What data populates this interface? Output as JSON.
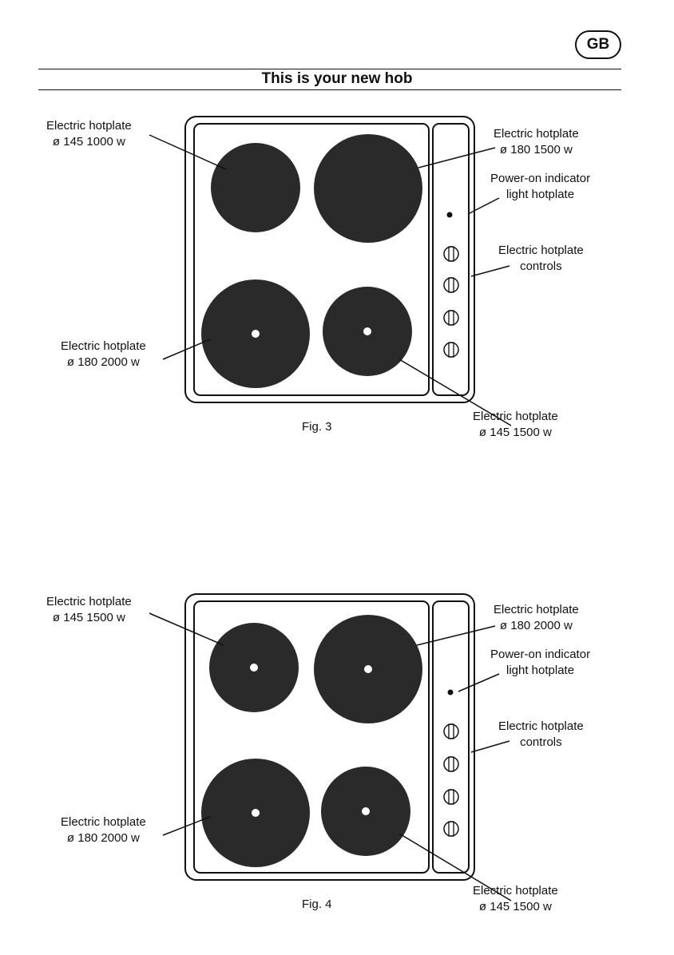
{
  "header": {
    "badge": "GB",
    "title": "This is your new hob"
  },
  "figures": [
    {
      "caption": "Fig. 3",
      "labels": {
        "top_left": [
          "Electric hotplate",
          "ø 145 1000 w"
        ],
        "bottom_left": [
          "Electric hotplate",
          "ø 180 2000 w"
        ],
        "top_right": [
          "Electric hotplate",
          "ø 180 1500 w"
        ],
        "indicator": [
          "Power-on indicator",
          "light hotplate"
        ],
        "controls": [
          "Electric hotplate",
          "controls"
        ],
        "bottom_right": [
          "Electric hotplate",
          "ø 145 1500 w"
        ]
      }
    },
    {
      "caption": "Fig. 4",
      "labels": {
        "top_left": [
          "Electric hotplate",
          "ø 145 1500 w"
        ],
        "bottom_left": [
          "Electric hotplate",
          "ø 180 2000 w"
        ],
        "top_right": [
          "Electric hotplate",
          "ø 180 2000 w"
        ],
        "indicator": [
          "Power-on indicator",
          "light hotplate"
        ],
        "controls": [
          "Electric hotplate",
          "controls"
        ],
        "bottom_right": [
          "Electric hotplate",
          "ø 145 1500 w"
        ]
      }
    }
  ],
  "colors": {
    "ink": "#111111",
    "plate": "#2a2a2a"
  }
}
